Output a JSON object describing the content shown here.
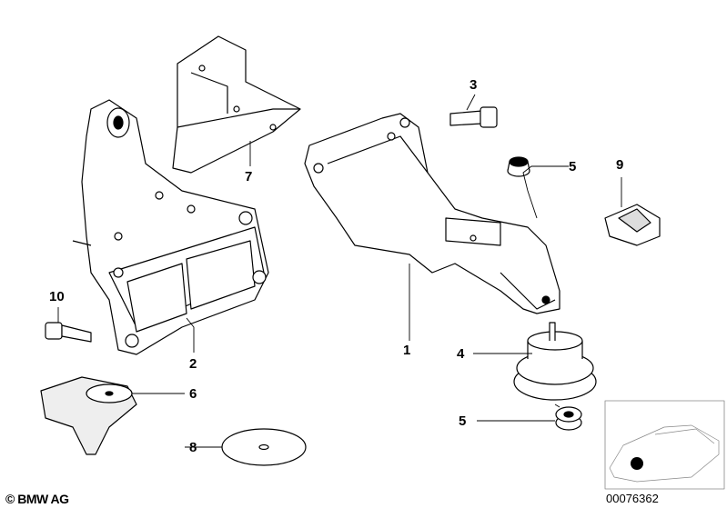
{
  "callouts": {
    "c1": "1",
    "c2": "2",
    "c3": "3",
    "c4": "4",
    "c5a": "5",
    "c5b": "5",
    "c6": "6",
    "c7": "7",
    "c8": "8",
    "c9": "9",
    "c10": "10"
  },
  "footer": {
    "copyright": "© BMW AG",
    "diagram_number": "00076362"
  }
}
